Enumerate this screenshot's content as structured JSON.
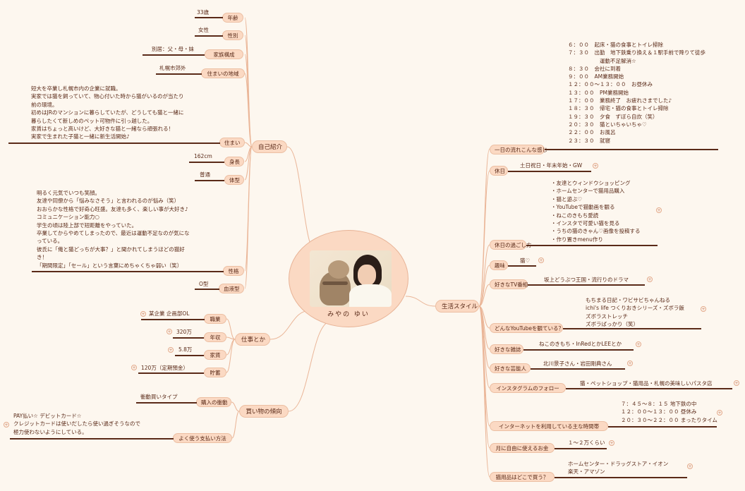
{
  "center": {
    "label": "みやの ゆい"
  },
  "branches": {
    "self_intro": {
      "label": "自己紹介",
      "items": {
        "age": {
          "label": "年齢",
          "value": "33歳"
        },
        "gender": {
          "label": "性別",
          "value": "女性"
        },
        "family": {
          "label": "家族構成",
          "value": "別居：父・母・妹"
        },
        "residence_area": {
          "label": "住まいの地域",
          "value": "札幌市郊外"
        },
        "home": {
          "label": "住まい",
          "value": "短大を卒業し札幌市内の企業に就職。\n実家では猫を飼っていて、物心付いた時から猫がいるのが当たり\n前の環境。\n初めはJRのマンションに暮らしていたが、どうしても猫と一緒に\n暮らしたくて新しめのペット可物件に引っ越した。\n家賃はちょっと高いけど、大好きな猫と一緒なら頑張れる！\n実家で生まれた子猫と一緒に新生活開始♪"
        },
        "height": {
          "label": "身長",
          "value": "162cm"
        },
        "body": {
          "label": "体型",
          "value": "普通"
        },
        "personality": {
          "label": "性格",
          "value": "明るく元気でいつも笑顔。\n友達や同僚から「悩みなさそう」と言われるのが悩み（笑）\nおおらかな性格で好奇心旺盛。友達も多く、楽しい事が大好き♪\nコミュニケーション能力○\n学生の頃は陸上部で短距離をやっていた。\n卒業してからやめてしまったので、最近は運動不足なのが気にな\nっている。\n彼氏に「俺と猫どっちが大事？」と聞かれてしまうほどの猫好\nき！\n「期間限定」「セール」という言葉にめちゃくちゃ弱い（笑）"
        },
        "blood": {
          "label": "血液型",
          "value": "O型"
        }
      }
    },
    "work": {
      "label": "仕事とか",
      "items": {
        "job": {
          "label": "職業",
          "value": "某企業 企画部OL"
        },
        "income": {
          "label": "年収",
          "value": "320万"
        },
        "rent": {
          "label": "家賃",
          "value": "5.8万"
        },
        "savings": {
          "label": "貯蓄",
          "value": "120万（定期預金）"
        }
      }
    },
    "shopping": {
      "label": "買い物の傾向",
      "items": {
        "impulse": {
          "label": "購入の衝動",
          "value": "衝動買いタイプ"
        },
        "payment": {
          "label": "よく使う支払い方法",
          "value": "PAY払い☆ デビットカード☆\nクレジットカードは使いだしたら使い過ぎそうなので\n極力使わないようにしている。"
        }
      }
    },
    "lifestyle": {
      "label": "生活スタイル",
      "items": {
        "daily_flow": {
          "label": "一日の流れこんな感じ",
          "value": "６：００　起床・猫の食事とトイレ掃除\n７：３０　出勤　地下鉄乗り換え＆１駅手前で降りて徒歩\n　　　　　　運動不足解消☆\n８：３０　会社に到着\n９：００　AM業務開始\n１２：００〜１３：００　お昼休み\n１３：００　PM業務開始\n１７：００　業務終了　お疲れさまでした♪\n１８：３０　帰宅・猫の食事とトイレ掃除\n１９：３０　夕食　ずぼら自炊（笑）\n２０：３０　猫といちゃいちゃ♡\n２２：００　お風呂\n２３：３０　就寝"
        },
        "holidays": {
          "label": "休日",
          "value": "土日祝日・年末年始・GW"
        },
        "holiday_activities": {
          "label": "休日の過ごし方",
          "value": "・友達とウィンドウショッピング\n・ホームセンターで猫用品購入\n・猫と遊ぶ♡\n・YouTubeで猫動画を観る\n・ねこのきもち愛読\n・インスタで可愛い猫を見る\n・うちの猫のきゃん♡画像を投稿する\n・作り置きmenu作り"
        },
        "hobby": {
          "label": "趣味",
          "value": "猫♡"
        },
        "tv": {
          "label": "好きなTV番組",
          "value": "坂上どうぶつ王国・流行りのドラマ"
        },
        "youtube": {
          "label": "どんなYouTubeを観ている？",
          "value": "もちまる日記・ワビサビちゃんねる\nichi's life つくりおきシリーズ・ズボラ飯\nズボラストレッチ\nズボラばっかり（笑）"
        },
        "magazine": {
          "label": "好きな雑誌",
          "value": "ねこのきもち・InRedとかLEEとか"
        },
        "celebrity": {
          "label": "好きな芸能人",
          "value": "北川景子さん・岩田剛典さん"
        },
        "instagram": {
          "label": "インスタグラムのフォロー",
          "value": "猫・ペットショップ・猫用品・札幌の美味しいパスタ店"
        },
        "internet_time": {
          "label": "インターネットを利用している主な時間帯",
          "value": "７：４５〜８：１５ 地下鉄の中\n１２：００〜１３：００ 昼休み\n２０：３０〜２２：００ まったりタイム"
        },
        "monthly_money": {
          "label": "月に自由に使えるお金",
          "value": "１〜２万くらい"
        },
        "cat_goods": {
          "label": "猫用品はどこで買う？",
          "value": "ホームセンター・ドラッグストア・イオン\n楽天・アマゾン"
        }
      }
    }
  },
  "colors": {
    "node_fill": "#fbd9c3",
    "link": "#eab597",
    "text": "#5a2a18",
    "underline": "#5a2a18",
    "background": "#fdf7ef"
  }
}
